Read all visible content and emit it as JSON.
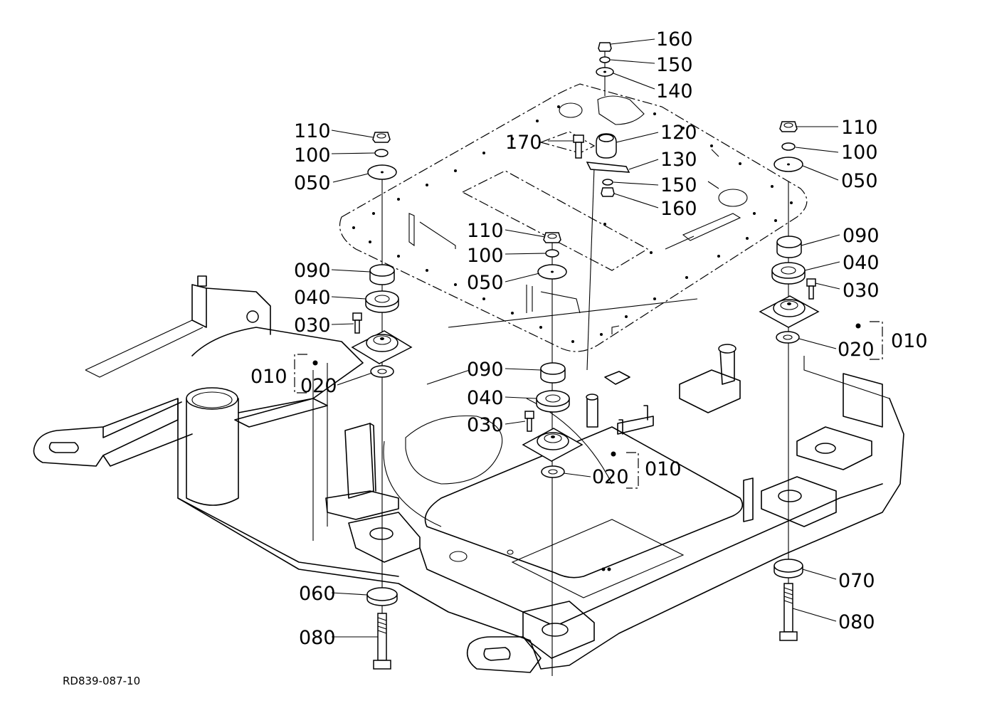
{
  "drawing_ref": "RD839-087-10",
  "callouts": {
    "top_160": "160",
    "top_150": "150",
    "top_140": "140",
    "c120": "120",
    "c130": "130",
    "c150b": "150",
    "c160b": "160",
    "c170": "170",
    "left_110": "110",
    "left_100": "100",
    "left_050": "050",
    "left_090": "090",
    "left_040": "040",
    "left_030": "030",
    "left_010": "010",
    "left_020": "020",
    "mid_110": "110",
    "mid_100": "100",
    "mid_050": "050",
    "mid_090": "090",
    "mid_040": "040",
    "mid_030": "030",
    "mid_020": "020",
    "mid_010": "010",
    "right_110": "110",
    "right_100": "100",
    "right_050": "050",
    "right_090": "090",
    "right_040": "040",
    "right_030": "030",
    "right_020": "020",
    "right_010": "010",
    "c060": "060",
    "c080_left": "080",
    "c070": "070",
    "c080_right": "080"
  }
}
